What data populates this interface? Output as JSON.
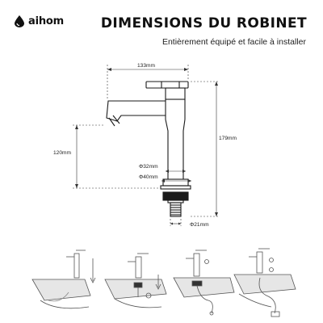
{
  "brand": {
    "logo_icon": "drop-logo-icon",
    "name": "aihom"
  },
  "header": {
    "title": "DIMENSIONS DU ROBINET",
    "subtitle": "Entièrement équipé et facile à installer"
  },
  "dimensions": {
    "width_total": "133mm",
    "height_total": "179mm",
    "spout_height": "120mm",
    "body_diameter": "Φ32mm",
    "base_diameter": "Φ40mm",
    "thread_diameter": "Φ21mm"
  },
  "installation_steps": [
    {
      "icon": "install-step-1-icon"
    },
    {
      "icon": "install-step-2-icon"
    },
    {
      "icon": "install-step-3-icon"
    },
    {
      "icon": "install-step-4-icon"
    }
  ],
  "colors": {
    "line": "#1a1a1a",
    "dimension_line": "#333333",
    "text": "#111111"
  }
}
